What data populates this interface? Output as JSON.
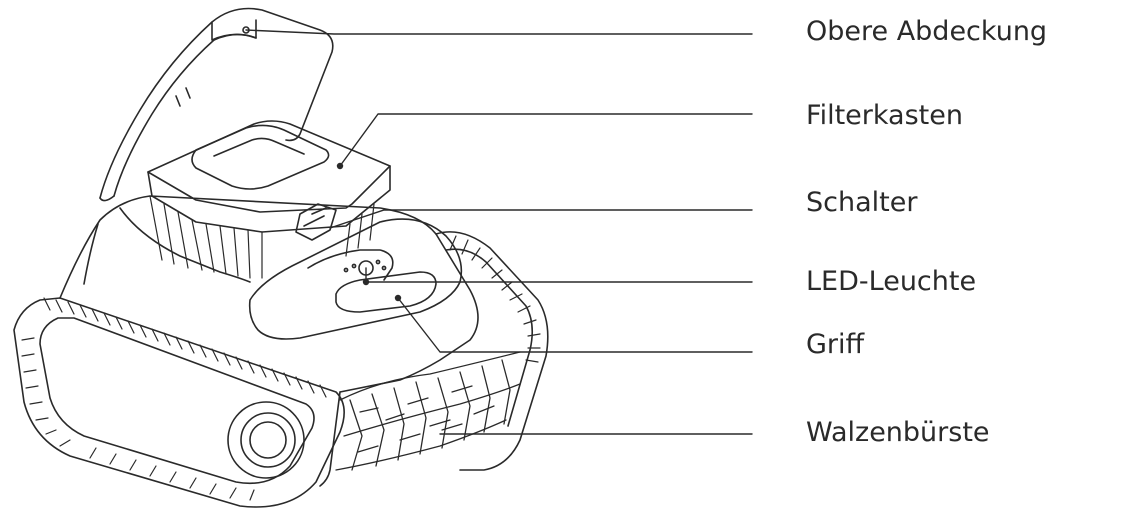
{
  "diagram": {
    "labels": [
      "Obere Abdeckung",
      "Filterkasten",
      "Schalter",
      "LED-Leuchte",
      "Griff",
      "Walzenbürste"
    ]
  },
  "colors": {
    "line": "#2a2a2a",
    "background": "#ffffff"
  }
}
